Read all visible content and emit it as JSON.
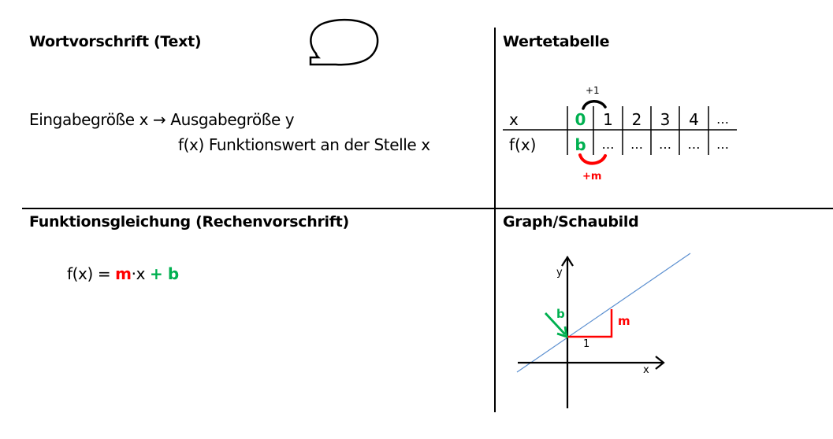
{
  "colors": {
    "green": "#00b050",
    "red": "#ff0000",
    "line_blue": "#5b8fd0",
    "black": "#000000"
  },
  "quadrants": {
    "top_left": {
      "title": "Wortvorschrift (Text)",
      "icon": "speech-bubble-icon",
      "line1": "Eingabegröße x → Ausgabegröße y",
      "line2": "f(x) Funktionswert an der Stelle x"
    },
    "top_right": {
      "title": "Wertetabelle",
      "table": {
        "row_headers": [
          "x",
          "f(x)"
        ],
        "x_values": [
          "0",
          "1",
          "2",
          "3",
          "4",
          "…"
        ],
        "fx_values": [
          "b",
          "…",
          "…",
          "…",
          "…",
          "…"
        ],
        "step_top_label": "+1",
        "step_bottom_label": "+m"
      }
    },
    "bottom_left": {
      "title": "Funktionsgleichung (Rechenvorschrift)",
      "equation": {
        "lhs": "f(x) = ",
        "m": "m",
        "dot_x": "·x ",
        "plus_b": "+ b"
      }
    },
    "bottom_right": {
      "title": "Graph/Schaubild",
      "graph": {
        "y_label": "y",
        "x_label": "x",
        "intercept_label": "b",
        "slope_label": "m",
        "run_label": "1"
      }
    }
  }
}
